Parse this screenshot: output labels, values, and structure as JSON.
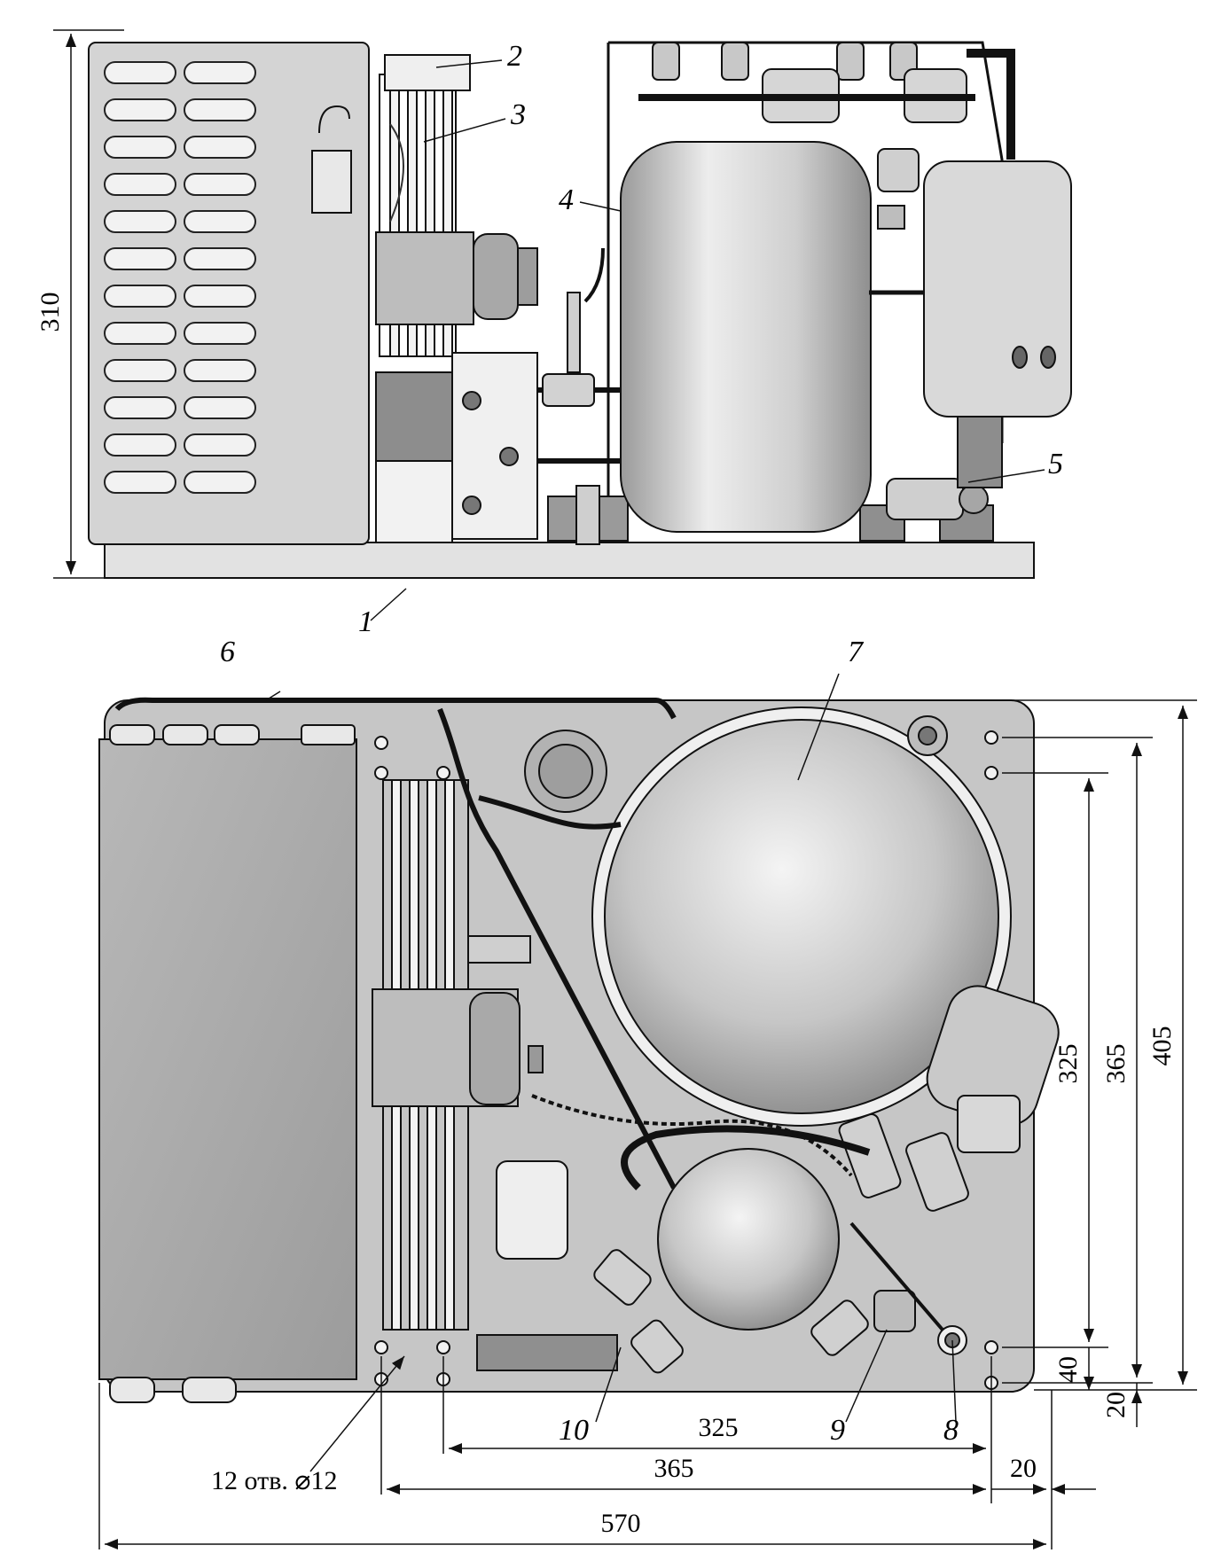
{
  "side_view": {
    "callouts": [
      "1",
      "2",
      "3",
      "4",
      "5"
    ],
    "height_dim": "310"
  },
  "top_view": {
    "callouts": [
      "6",
      "7",
      "8",
      "9",
      "10"
    ],
    "dims": {
      "d325_bottom": "325",
      "d365_bottom": "365",
      "d570": "570",
      "d20_bottom": "20",
      "d325_right": "325",
      "d365_right": "365",
      "d405_right": "405",
      "d40_right": "40",
      "d20_right": "20"
    },
    "holes_note": "12 отв. ⌀12"
  },
  "colors": {
    "line": "#111111",
    "fill_light": "#e6e6e6",
    "fill_mid": "#bdbdbd",
    "fill_dark": "#8a8a8a"
  }
}
